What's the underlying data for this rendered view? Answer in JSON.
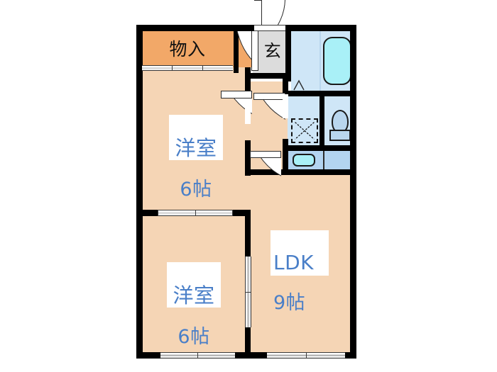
{
  "plan": {
    "type": "japanese-apartment-floor-plan",
    "layout_name": "2LDK",
    "background_color": "#ffffff",
    "wall_color": "#000000",
    "room_floor_color": "#f5d5b5",
    "closet_floor_color": "#f2a868",
    "entrance_floor_color": "#dcdcdc",
    "wet_area_color": "#cfe6f7",
    "counter_color": "#b3d4f0",
    "label_text_color": "#4a7fc8",
    "fixture_accent_color": "#a9f0f7"
  },
  "rooms": {
    "closet": {
      "label": "物入",
      "name": "storage-closet"
    },
    "entrance": {
      "label": "玄",
      "name": "entrance-genkan"
    },
    "bedroom_upper": {
      "label_line1": "洋室",
      "label_line2": "6帖",
      "name": "western-room-upper"
    },
    "bedroom_lower": {
      "label_line1": "洋室",
      "label_line2": "6帖",
      "name": "western-room-lower"
    },
    "ldk": {
      "label_line1": "LDK",
      "label_line2": "9帖",
      "name": "living-dining-kitchen"
    }
  },
  "fixtures": {
    "bathtub": {
      "name": "bathtub"
    },
    "toilet": {
      "name": "toilet"
    },
    "washing_machine": {
      "name": "washing-machine-space"
    },
    "kitchen_sink": {
      "name": "kitchen-sink"
    },
    "kitchen_counter": {
      "name": "kitchen-counter"
    },
    "washroom": {
      "name": "washroom-dressing-area"
    }
  },
  "openings": {
    "entrance_door": {
      "name": "entrance-door"
    },
    "genkan_inner_door": {
      "name": "genkan-inner-door"
    },
    "bedroom_upper_door": {
      "name": "bedroom-upper-door"
    },
    "washroom_door": {
      "name": "washroom-door"
    },
    "ldk_hall_door": {
      "name": "ldk-hall-door"
    },
    "closet_sliding_doors": {
      "name": "closet-sliding-doors"
    },
    "room_divider_slider": {
      "name": "room-divider-sliding-door"
    },
    "window_upper_room": {
      "name": "window-upper-room"
    },
    "window_lower_room": {
      "name": "window-lower-room"
    },
    "window_ldk": {
      "name": "window-ldk"
    },
    "window_bath": {
      "name": "window-bath"
    }
  }
}
